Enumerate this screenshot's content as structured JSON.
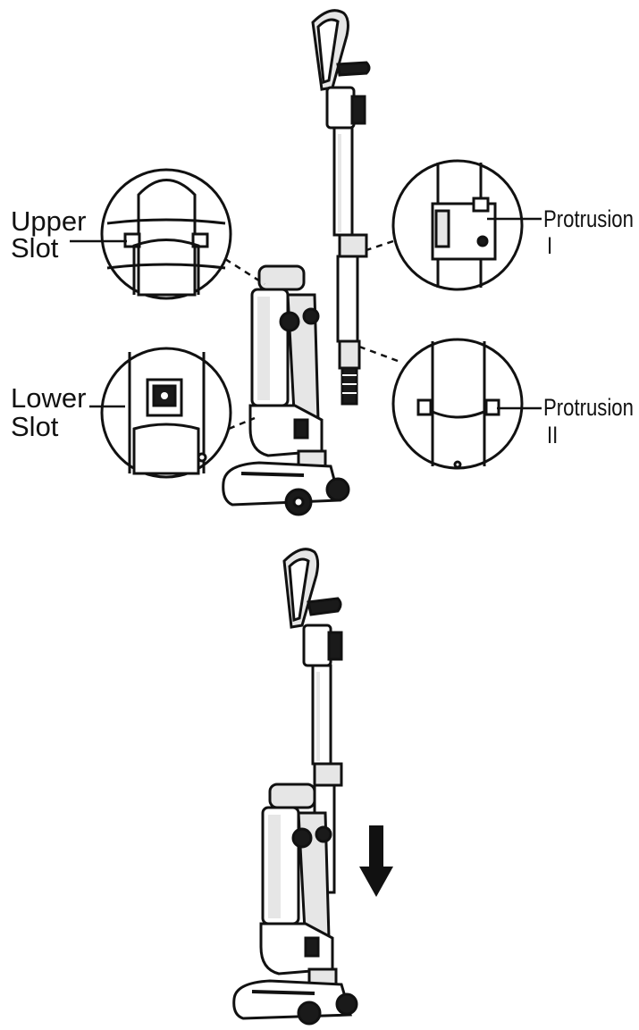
{
  "diagram": {
    "header_fragment": "",
    "callouts": {
      "upper_slot": {
        "line1": "Upper",
        "line2": "Slot"
      },
      "lower_slot": {
        "line1": "Lower",
        "line2": "Slot"
      },
      "protrusion_1": {
        "line1": "Protrusion",
        "line2": "I"
      },
      "protrusion_2": {
        "line1": "Protrusion",
        "line2": "II"
      }
    },
    "steps": [
      {
        "name": "align-wand-with-body"
      },
      {
        "name": "push-wand-down-into-body",
        "arrow": "down-arrow"
      }
    ]
  },
  "colors": {
    "ink": "#111111",
    "paper": "#ffffff",
    "fill": "#e6e6e6",
    "dark": "#1a1a1a"
  }
}
